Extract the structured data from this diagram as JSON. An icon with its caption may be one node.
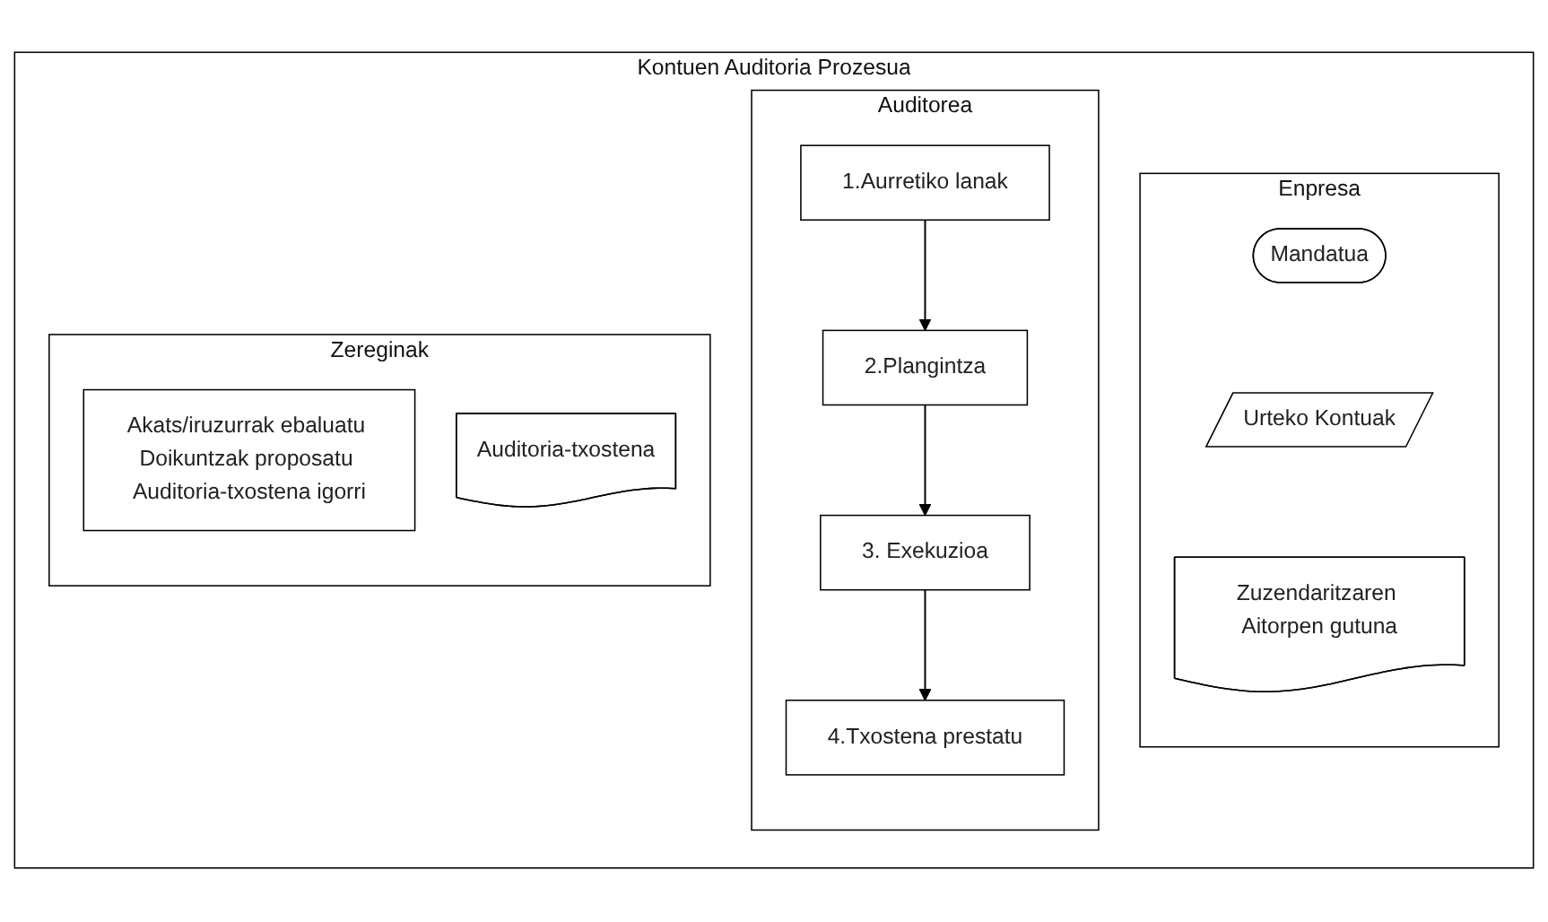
{
  "diagram": {
    "nodes": [
      {
        "text": [
          "Kontuen Auditoria Prozesua"
        ]
      },
      {
        "text": [
          "Enpresa"
        ],
        "in": 0
      },
      {
        "text": [
          "Auditorea"
        ],
        "in": 0
      },
      {
        "text": [
          "Zereginak"
        ],
        "in": 0
      },
      {
        "text": [
          "Mandatua"
        ],
        "in": 1
      },
      {
        "text": [
          "1.Aurretiko lanak"
        ],
        "in": 2
      },
      {
        "text": [
          "Urteko Kontuak"
        ],
        "in": 1
      },
      {
        "text": [
          "2.Plangintza"
        ],
        "in": 2
      },
      {
        "text": [
          "3. Exekuzioa"
        ],
        "in": 2
      },
      {
        "text": [
          "Zuzendaritzaren Aitorpen gutuna"
        ],
        "in": 1
      },
      {
        "text": [
          "4.Txostena prestatu"
        ],
        "in": 2
      },
      {
        "text": [
          "Akats/iruzurrak ebaluatu Doikuntzak proposatu Auditoria-txostena igorri"
        ],
        "in": 3
      },
      {
        "text": [
          "Auditoria-txostena"
        ],
        "in": 3
      }
    ],
    "edges": [
      {
        "from": 5,
        "to": 7,
        "arrow": "to"
      },
      {
        "from": 7,
        "to": 8,
        "arrow": "to"
      },
      {
        "from": 8,
        "to": 10,
        "arrow": "to"
      }
    ]
  }
}
